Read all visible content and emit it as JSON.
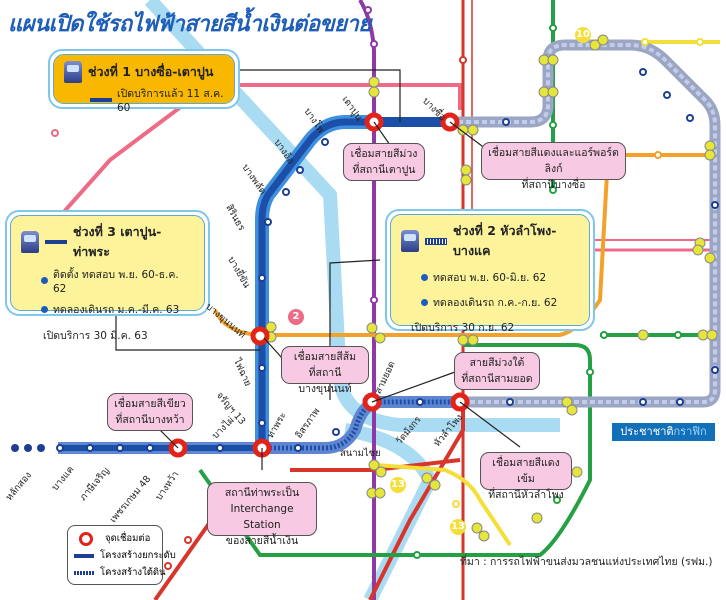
{
  "title": "แผนเปิดใช้รถไฟฟ้าสายสีน้ำเงินต่อขยาย",
  "phases": [
    {
      "heading": "ช่วงที่ 1 บางซื่อ-เตาปูน",
      "lines": [
        "เปิดบริการแล้ว 11 ส.ค. 60"
      ]
    },
    {
      "heading": "ช่วงที่ 2 หัวลำโพง-บางแค",
      "lines": [
        "ทดสอบ พ.ย. 60-มิ.ย. 62",
        "ทดลองเดินรถ ก.ค.-ก.ย. 62",
        "เปิดบริการ 30 ก.ย. 62"
      ]
    },
    {
      "heading": "ช่วงที่ 3 เตาปูน-ท่าพระ",
      "lines": [
        "ติดตั้ง ทดสอบ พ.ย. 60-ธ.ค. 62",
        "ทดลองเดินรถ ม.ค.-มี.ค. 63",
        "เปิดบริการ 30 มี.ค. 63"
      ]
    }
  ],
  "callouts": {
    "tao_poon": [
      "เชื่อมสายสีม่วง",
      "ที่สถานีเตาปูน"
    ],
    "bang_sue": [
      "เชื่อมสายสีแดงและแอร์พอร์ตลิงก์",
      "ที่สถานีบางซื่อ"
    ],
    "bang_khun_non": [
      "เชื่อมสายสีส้ม",
      "ที่สถานีบางขุนนนท์"
    ],
    "sam_yot": [
      "สายสีม่วงใต้",
      "ที่สถานีสามยอด"
    ],
    "bang_wa": [
      "เชื่อมสายสีเขียว",
      "ที่สถานีบางหว้า"
    ],
    "tha_phra": [
      "สถานีท่าพระเป็น",
      "Interchange Station",
      "ของสายสีน้ำเงิน"
    ],
    "hua_lamphong": [
      "เชื่อมสายสีแดงเข้ม",
      "ที่สถานีหัวลำโพง"
    ]
  },
  "stations": {
    "tao_poon": "เตาปูน",
    "bang_sue": "บางซื่อ",
    "bang_pho": "บางโพ",
    "bang_o": "บางอ้อ",
    "bang_phlat": "บางพลัด",
    "sirindhorn": "สิรินธร",
    "bang_yi_khan": "บางยี่ขัน",
    "bang_khun_non": "บางขุนนนท์",
    "fai_chai": "ไฟฉาย",
    "charan_13": "จรัญฯ 13",
    "tha_phra": "ท่าพระ",
    "bang_phai": "บางไผ่",
    "lak_song": "หลักสอง",
    "bang_khae": "บางแค",
    "phasi_charoen": "ภาษีเจริญ",
    "phetkasem_48": "เพชรเกษม 48",
    "bang_wa": "บางหว้า",
    "itsaraphap": "อิสรภาพ",
    "sanam_chai": "สนามไชย",
    "sam_yot": "สามยอด",
    "wat_mangkon": "วัดมังกร",
    "hua_lamphong": "หัวลำโพง"
  },
  "line_badges": {
    "orange_2": "2",
    "yellow_10": "10",
    "gold_13a": "13",
    "gold_13b": "13"
  },
  "legend": {
    "interchange": "จุดเชื่อมต่อ",
    "elevated": "โครงสร้างยกระดับ",
    "underground": "โครงสร้างใต้ดิน"
  },
  "source": "ที่มา : การรถไฟฟ้าขนส่งมวลชนแห่งประเทศไทย (รฟม.)",
  "brand": {
    "part1": "ประชาชาติ",
    "part2": "กราฟิก"
  },
  "colors": {
    "blue_elevated": "#1c4fa8",
    "blue_underground": "#5f86d0",
    "existing_loop": "#9aa6c4",
    "purple": "#8e3aa5",
    "red": "#d8352b",
    "pink": "#ef6a86",
    "orange": "#f2a22a",
    "green": "#25a045",
    "light_blue": "#a9dcf3",
    "yellow": "#f4df3a",
    "interchange_ring": "#e2231a",
    "callout_bg": "#f7c9e3",
    "phase1_bg": "#f8b800",
    "phase_bg": "#fcf39a",
    "brand_bg": "#1270b8"
  }
}
